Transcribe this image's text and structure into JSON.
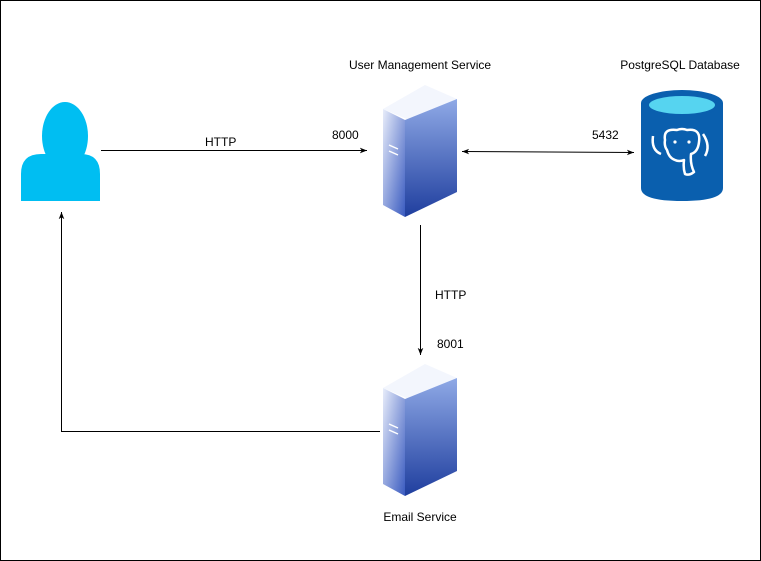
{
  "colors": {
    "user": "#00BEF2",
    "server_light": "#8FA9E6",
    "server_mid": "#4F6FCE",
    "server_dark": "#1F3E9E",
    "db_body": "#0A5FAE",
    "db_top": "#56D4F0",
    "edge": "#000000"
  },
  "nodes": {
    "user": {
      "icon": "user-icon"
    },
    "user_mgmt": {
      "label": "User Management Service",
      "icon": "server-icon"
    },
    "postgres": {
      "label": "PostgreSQL Database",
      "icon": "postgresql-database-icon"
    },
    "email": {
      "label": "Email Service",
      "icon": "server-icon"
    }
  },
  "edges": {
    "user_to_mgmt": {
      "label": "HTTP",
      "port": "8000"
    },
    "mgmt_db": {
      "port": "5432"
    },
    "mgmt_to_email": {
      "label": "HTTP",
      "port": "8001"
    },
    "email_to_user": {}
  }
}
